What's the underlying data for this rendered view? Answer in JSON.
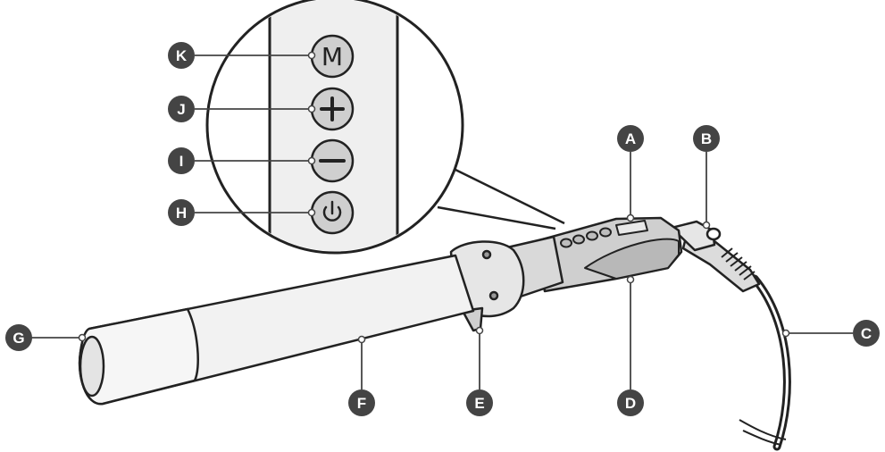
{
  "diagram": {
    "colors": {
      "outline": "#222222",
      "body_fill": "#f2f2f2",
      "grip_fill": "#cfcfcf",
      "grip_dark": "#bdbdbd",
      "button_fill": "#cfcfcf",
      "callout_fill": "#444444",
      "callout_text": "#ffffff"
    },
    "callouts": {
      "A": "A",
      "B": "B",
      "C": "C",
      "D": "D",
      "E": "E",
      "F": "F",
      "G": "G",
      "H": "H",
      "I": "I",
      "J": "J",
      "K": "K"
    },
    "buttons": {
      "mode": "M",
      "plus_icon": "plus-icon",
      "minus_icon": "minus-icon",
      "power_icon": "power-icon"
    }
  }
}
